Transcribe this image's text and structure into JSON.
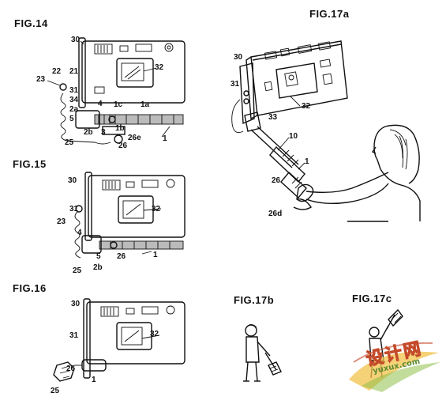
{
  "figures": {
    "fig14": {
      "title": "FIG.14",
      "labels": [
        "30",
        "32",
        "23",
        "22",
        "21",
        "31",
        "34",
        "2a",
        "4",
        "1c",
        "1a",
        "5",
        "1b",
        "3",
        "26e",
        "2b",
        "25",
        "26",
        "1"
      ]
    },
    "fig15": {
      "title": "FIG.15",
      "labels": [
        "30",
        "32",
        "31",
        "23",
        "4",
        "5",
        "26",
        "1",
        "2b",
        "25"
      ]
    },
    "fig16": {
      "title": "FIG.16",
      "labels": [
        "30",
        "32",
        "31",
        "26",
        "25",
        "1"
      ]
    },
    "fig17a": {
      "title": "FIG.17a",
      "labels": [
        "30",
        "31",
        "32",
        "33",
        "10",
        "1",
        "26",
        "26d"
      ]
    },
    "fig17b": {
      "title": "FIG.17b"
    },
    "fig17c": {
      "title": "FIG.17c"
    }
  },
  "watermark": {
    "text": "设计网",
    "url": "yuxux.com"
  }
}
